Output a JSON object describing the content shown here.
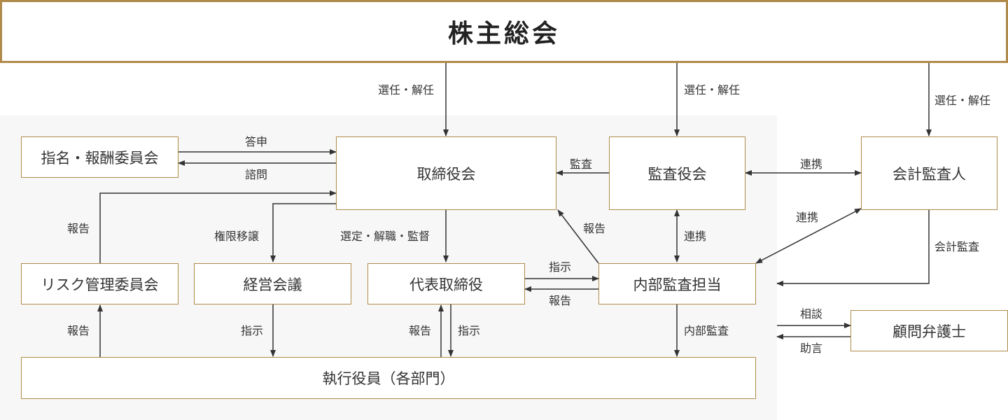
{
  "boxes": {
    "general_meeting": "株主総会",
    "nomination_committee": "指名・報酬委員会",
    "board": "取締役会",
    "audit_board": "監査役会",
    "accounting_auditor": "会計監査人",
    "risk_committee": "リスク管理委員会",
    "management_meeting": "経営会議",
    "representative_director": "代表取締役",
    "internal_audit": "内部監査担当",
    "executive_officers": "執行役員（各部門）",
    "legal_advisor": "顧問弁護士"
  },
  "labels": {
    "gm_to_board": "選任・解任",
    "gm_to_audit": "選任・解任",
    "gm_to_accountant": "選任・解任",
    "nomination_answer": "答申",
    "nomination_inquiry": "諮問",
    "audit_to_board": "監査",
    "audit_accountant_link": "連携",
    "internal_accountant_link": "連携",
    "audit_internal_link": "連携",
    "risk_report_to_board": "報告",
    "delegation": "権限移譲",
    "board_to_rep": "選定・解職・監督",
    "internal_report_to_board": "報告",
    "accountant_audit": "会計監査",
    "rep_instruct_internal": "指示",
    "internal_report_rep": "報告",
    "exec_report_risk": "報告",
    "mgmt_instruct_exec": "指示",
    "exec_report_rep": "報告",
    "rep_instruct_exec": "指示",
    "internal_audit_exec": "内部監査",
    "consult": "相談",
    "advice": "助言"
  },
  "colors": {
    "box_border": "#b08a4a",
    "line": "#333333",
    "shade": "#f7f7f7"
  }
}
